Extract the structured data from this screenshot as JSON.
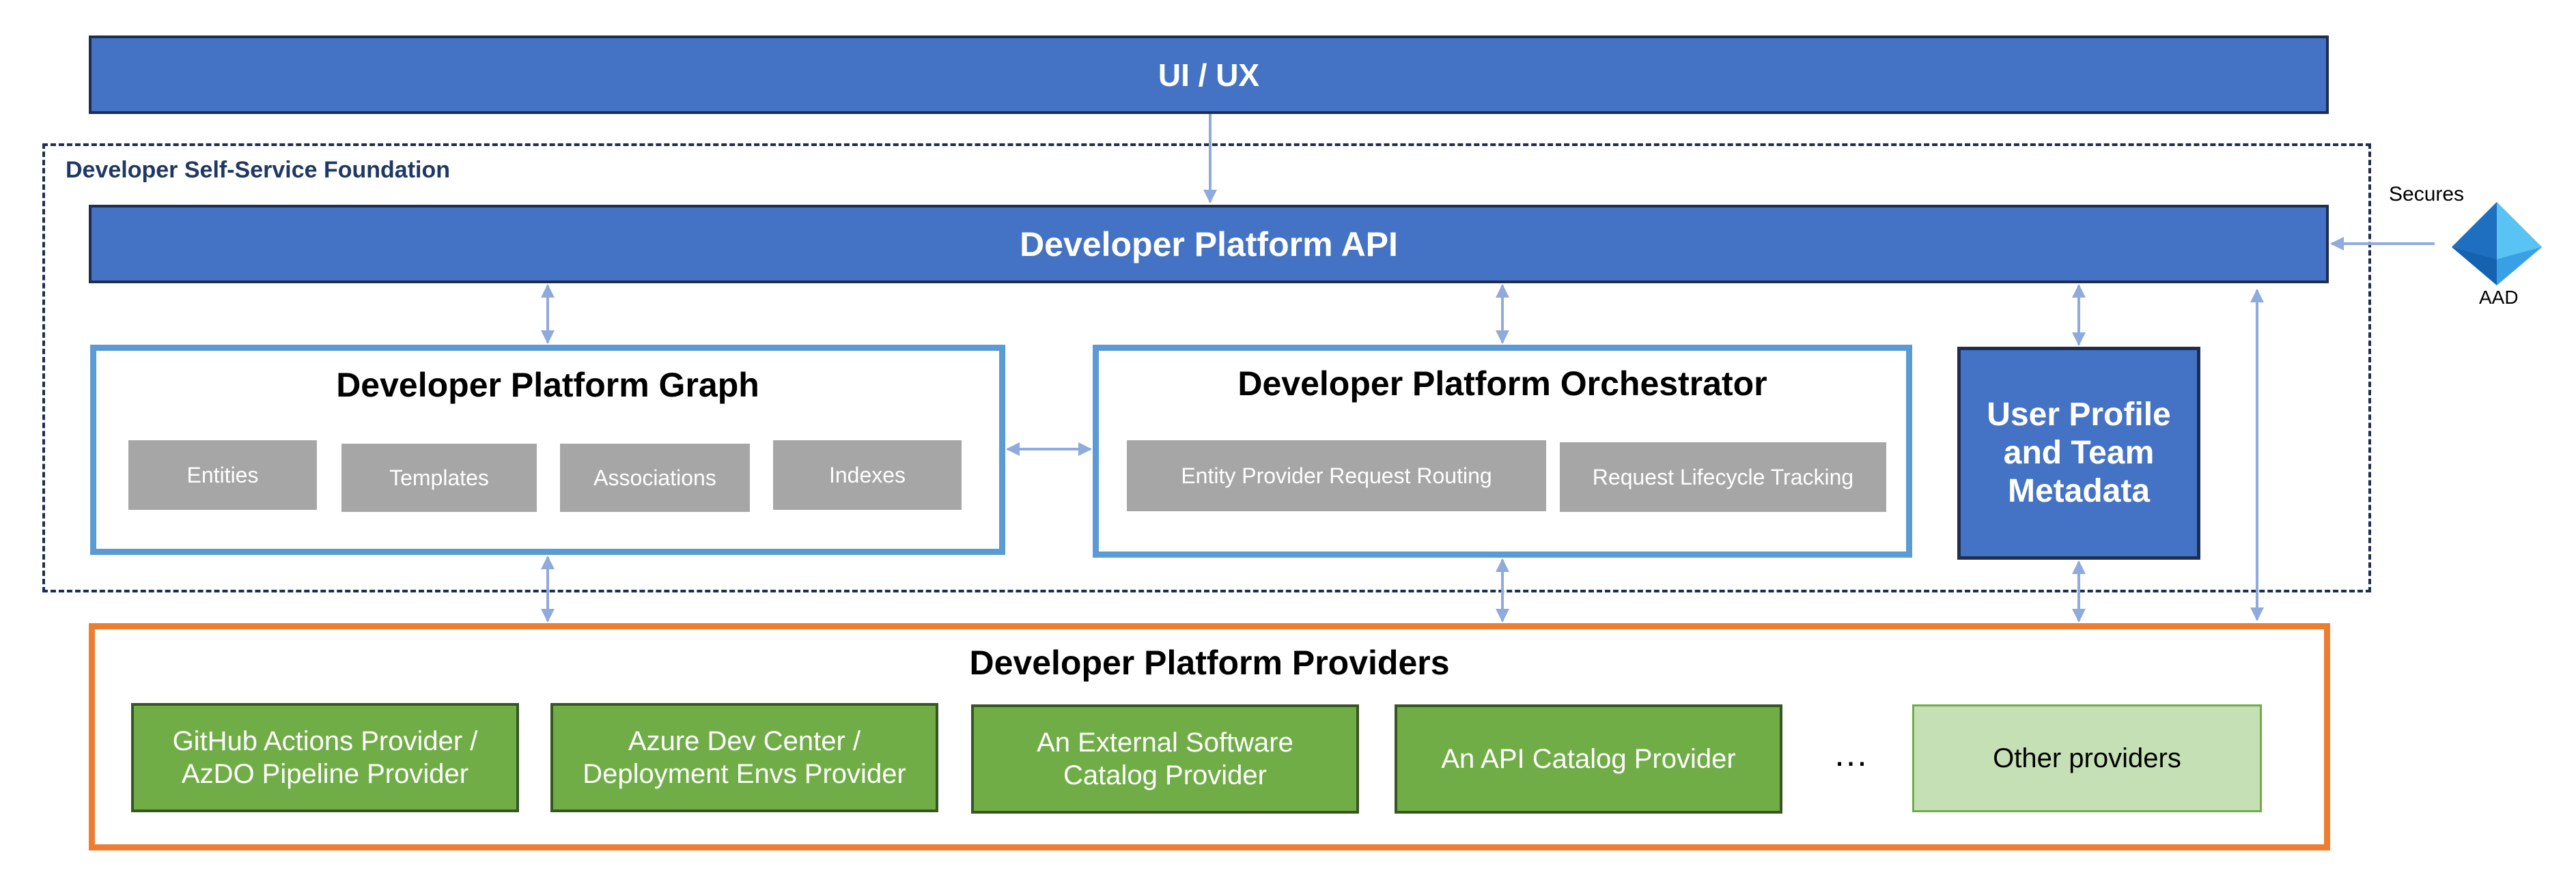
{
  "uiux": {
    "label": "UI / UX"
  },
  "foundation": {
    "label": "Developer Self-Service Foundation"
  },
  "api": {
    "label": "Developer Platform API"
  },
  "graph": {
    "title": "Developer Platform Graph",
    "chips": [
      "Entities",
      "Templates",
      "Associations",
      "Indexes"
    ]
  },
  "orchestrator": {
    "title": "Developer Platform Orchestrator",
    "chips": [
      "Entity Provider Request Routing",
      "Request Lifecycle Tracking"
    ]
  },
  "profile": {
    "line1": "User Profile",
    "line2": "and Team",
    "line3": "Metadata"
  },
  "providers": {
    "title": "Developer Platform Providers",
    "items": [
      {
        "line1": "GitHub Actions Provider /",
        "line2": "AzDO Pipeline Provider"
      },
      {
        "line1": "Azure Dev Center /",
        "line2": "Deployment Envs Provider"
      },
      {
        "line1": "An External Software",
        "line2": "Catalog Provider"
      },
      {
        "line1": "An API Catalog Provider",
        "line2": ""
      }
    ],
    "ellipsis": "…",
    "other": "Other providers"
  },
  "aad": {
    "secures_label": "Secures",
    "label": "AAD"
  },
  "colors": {
    "blue": "#4472c4",
    "panel_border": "#5b9bd5",
    "orange": "#ed7d31",
    "green": "#70ad47",
    "light_green": "#c5e0b4",
    "chip_gray": "#a6a6a6",
    "arrow": "#8faadc"
  }
}
